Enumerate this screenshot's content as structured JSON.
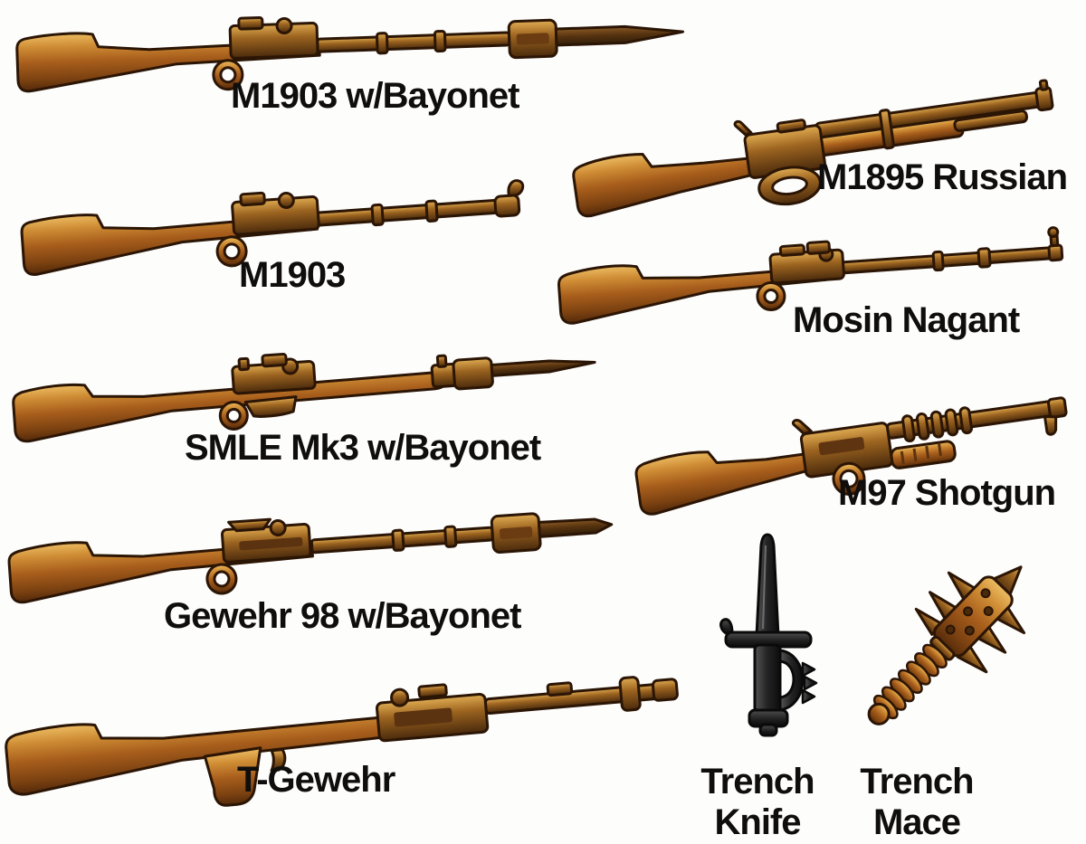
{
  "figure": {
    "description_items_visible": 10,
    "items": [
      {
        "id": "m1903-bayonet",
        "label": "M1903 w/Bayonet"
      },
      {
        "id": "m1895-russian",
        "label": "M1895 Russian"
      },
      {
        "id": "m1903",
        "label": "M1903"
      },
      {
        "id": "mosin-nagant",
        "label": "Mosin Nagant"
      },
      {
        "id": "smle-mk3-bayonet",
        "label": "SMLE Mk3 w/Bayonet"
      },
      {
        "id": "m97-shotgun",
        "label": "M97 Shotgun"
      },
      {
        "id": "gewehr-98-bayonet",
        "label": "Gewehr 98 w/Bayonet"
      },
      {
        "id": "t-gewehr",
        "label": "T-Gewehr"
      },
      {
        "id": "trench-knife",
        "label": "Trench Knife",
        "line1": "Trench",
        "line2": "Knife"
      },
      {
        "id": "trench-mace",
        "label": "Trench Mace",
        "line1": "Trench",
        "line2": "Mace"
      }
    ],
    "colors": {
      "background": "#fdfdfc",
      "label_text": "#0f0e0d",
      "wood_highlight": "#ecbc62",
      "wood_mid": "#a85e1c",
      "wood_dark": "#53290a",
      "metal_brown": "#c98f3c",
      "outline": "#2b1505",
      "knife_black": "#1c1c1c"
    }
  }
}
